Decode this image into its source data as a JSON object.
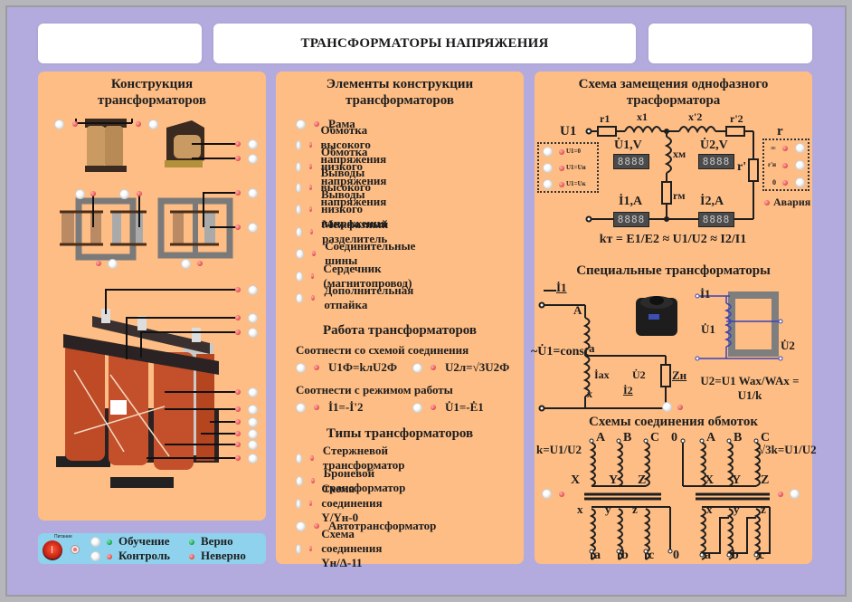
{
  "header": {
    "title": "ТРАНСФОРМАТОРЫ НАПРЯЖЕНИЯ",
    "left_box_text": "",
    "right_box_text": ""
  },
  "construction": {
    "title_line1": "Конструкция",
    "title_line2": "трансформаторов"
  },
  "elements": {
    "title_line1": "Элементы конструкции",
    "title_line2": "трансформаторов",
    "items": [
      {
        "label": "Рама"
      },
      {
        "label": "Обмотка высокого напряжения"
      },
      {
        "label": "Обмотка низкого напряжения"
      },
      {
        "label": "Выводы высокого напряжения"
      },
      {
        "label": "Выводы низкого напряжения"
      },
      {
        "label": "Межфазный разделитель"
      },
      {
        "label": "Соединительные шины"
      },
      {
        "label": "Сердечник (магнитопровод)"
      },
      {
        "label": "Дополнительная отпайка"
      }
    ]
  },
  "operation": {
    "title": "Работа трансформаторов",
    "connection_prompt": "Соотнести со схемой соединения",
    "connection_formulas": [
      "U1Ф=kлU2Ф",
      "U2л=√3U2Ф"
    ],
    "mode_prompt": "Соотнести с режимом работы",
    "mode_formulas": [
      "İ1=-İ'2",
      "U̇1=-Ė1"
    ]
  },
  "types": {
    "title": "Типы трансформаторов",
    "items": [
      {
        "label": "Стержневой трансформатор"
      },
      {
        "label": "Броневой трансформатор"
      },
      {
        "label": "Схема соединения Y/Yн-0"
      },
      {
        "label": "Автотрансформатор"
      },
      {
        "label": "Схема соединения Yн/Δ-11"
      }
    ]
  },
  "equivalent_circuit": {
    "title_line1": "Схема замещения однофазного",
    "title_line2": "трасформатора",
    "u1_label": "U1",
    "u1_options": [
      "U1=0",
      "U1=Uн",
      "U1=Uк"
    ],
    "r_label": "r",
    "r_options": [
      "∞",
      "r'н",
      "0"
    ],
    "alarm_label": "Авария",
    "r1": "r1",
    "x1": "x1",
    "x2": "x'2",
    "r2": "r'2",
    "xm": "xм",
    "rm": "rм",
    "rload": "r'",
    "meters": {
      "u1": {
        "label": "U̇1,V",
        "value": "8888"
      },
      "u2": {
        "label": "U̇2,V",
        "value": "8888"
      },
      "i1": {
        "label": "İ1,A",
        "value": "8888"
      },
      "i2": {
        "label": "İ2,A",
        "value": "8888"
      }
    },
    "formula": "kт = E1/E2 ≈ U1/U2 ≈ I2/I1"
  },
  "special": {
    "title": "Специальные трансформаторы",
    "u1_const": "~U̇1=const",
    "labels": {
      "I1": "İ1",
      "A": "A",
      "a": "a",
      "x": "x",
      "Iax": "İax",
      "U2": "U̇2",
      "I2": "İ2",
      "Zn": "Zн",
      "U1": "U̇1"
    },
    "formula": "U2=U1 Wax/WAx = U1/k"
  },
  "windings": {
    "title": "Схемы соединения обмоток",
    "left_formula": "k=U1/U2",
    "right_formula": "√3k=U1/U2",
    "hv_terminals": [
      "A",
      "B",
      "C"
    ],
    "hv_ends": [
      "X",
      "Y",
      "Z"
    ],
    "lv_starts": [
      "x",
      "y",
      "z"
    ],
    "lv_terminals": [
      "a",
      "b",
      "c"
    ],
    "neutral": "0"
  },
  "controls": {
    "power_label": "Питание",
    "mode_learning": "Обучение",
    "mode_control": "Контроль",
    "result_correct": "Верно",
    "result_wrong": "Неверно"
  },
  "colors": {
    "background": "#b3abdd",
    "panel": "#fdbd85",
    "control_bar": "#8fd2ee",
    "led_red": "#e24848",
    "led_green": "#139a4d"
  }
}
